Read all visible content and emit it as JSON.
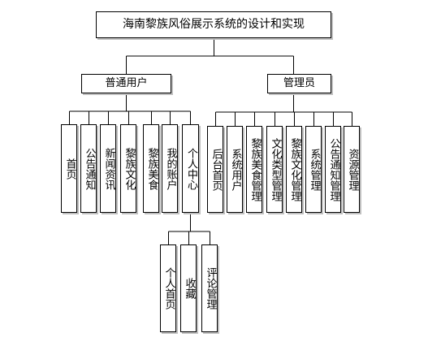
{
  "root": {
    "label": "海南黎族风俗展示系统的设计和实现"
  },
  "groups": [
    {
      "label": "普通用户",
      "children": [
        {
          "label": "首页"
        },
        {
          "label": "公告通知"
        },
        {
          "label": "新闻资讯"
        },
        {
          "label": "黎族文化"
        },
        {
          "label": "黎族美食"
        },
        {
          "label": "我的账户"
        },
        {
          "label": "个人中心",
          "children": [
            {
              "label": "个人首页"
            },
            {
              "label": "收藏"
            },
            {
              "label": "评论管理"
            }
          ]
        }
      ]
    },
    {
      "label": "管理员",
      "children": [
        {
          "label": "后台首页"
        },
        {
          "label": "系统用户"
        },
        {
          "label": "黎族美食管理"
        },
        {
          "label": "文化类型管理"
        },
        {
          "label": "黎族文化管理"
        },
        {
          "label": "系统管理"
        },
        {
          "label": "公告通知管理"
        },
        {
          "label": "资源管理"
        }
      ]
    }
  ]
}
